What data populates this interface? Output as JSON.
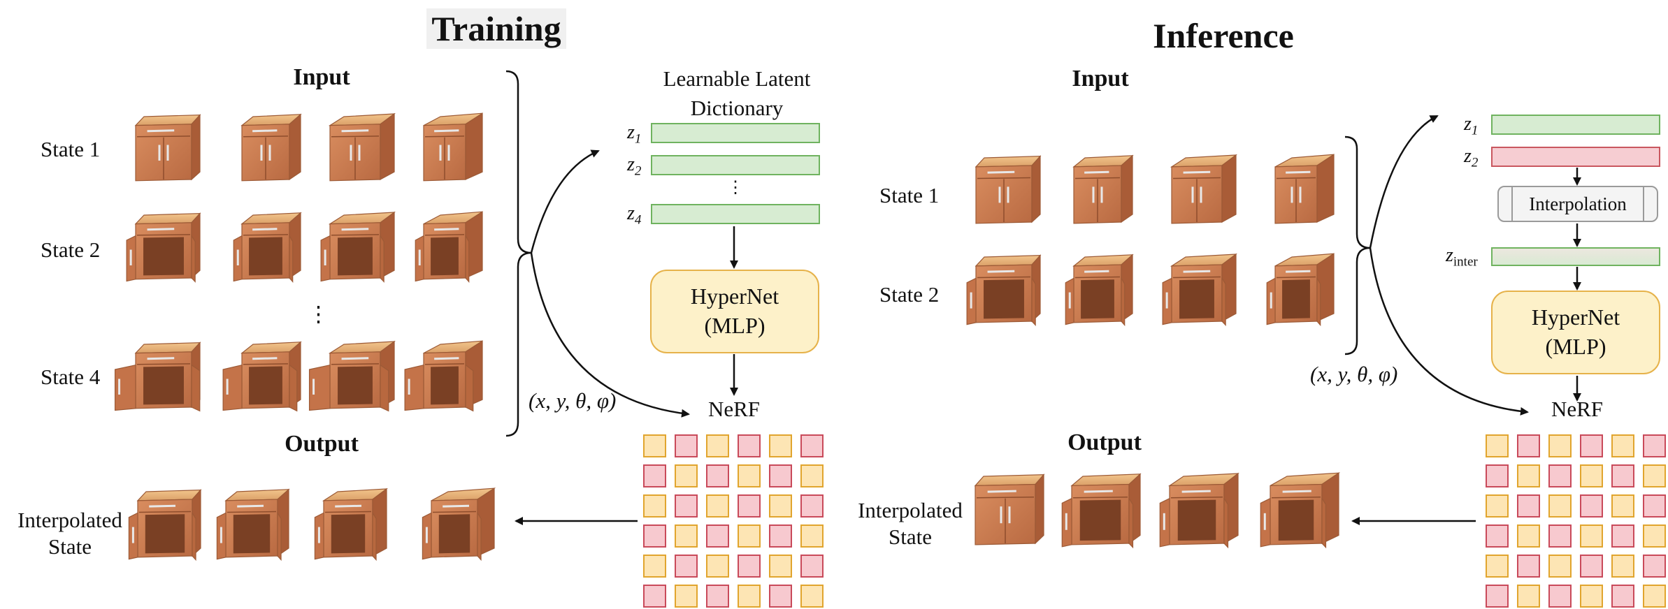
{
  "training": {
    "title": "Training",
    "input_heading": "Input",
    "output_heading": "Output",
    "row_labels": [
      "State 1",
      "State 2",
      "State 4"
    ],
    "row_ellipsis": "⋮",
    "output_label_line1": "Interpolated",
    "output_label_line2": "State",
    "dictionary_title_line1": "Learnable Latent",
    "dictionary_title_line2": "Dictionary",
    "latents": [
      {
        "z": "z",
        "sub": "1",
        "color": "#d7ecd2"
      },
      {
        "z": "z",
        "sub": "2",
        "color": "#d7ecd2"
      },
      {
        "z": "z",
        "sub": "4",
        "color": "#d7ecd2"
      }
    ],
    "latent_ellipsis": "⋮",
    "hypernet_line1": "HyperNet",
    "hypernet_line2": "(MLP)",
    "nerf_label": "NeRF",
    "coords_label": "(x, y, θ, φ)"
  },
  "inference": {
    "title": "Inference",
    "input_heading": "Input",
    "output_heading": "Output",
    "row_labels": [
      "State 1",
      "State 2"
    ],
    "output_label_line1": "Interpolated",
    "output_label_line2": "State",
    "latents": [
      {
        "z": "z",
        "sub": "1",
        "color": "#d7ecd2"
      },
      {
        "z": "z",
        "sub": "2",
        "color": "#f6cdd2"
      }
    ],
    "interpolation_label": "Interpolation",
    "z_inter": {
      "z": "z",
      "sub": "inter"
    },
    "hypernet_line1": "HyperNet",
    "hypernet_line2": "(MLP)",
    "nerf_label": "NeRF",
    "coords_label": "(x, y, θ, φ)"
  },
  "colors": {
    "latent_green": "#d7ecd2",
    "latent_red": "#f6cdd2",
    "hypernet_fill": "#fdf1c9",
    "grid_yellow": "#fde5b4",
    "grid_red": "#f7c9cf",
    "cabinet_wood": "#c8784e"
  },
  "icons": [
    "cabinet-thumbnail",
    "curly-brace",
    "arrow",
    "nerf-sample-grid"
  ]
}
